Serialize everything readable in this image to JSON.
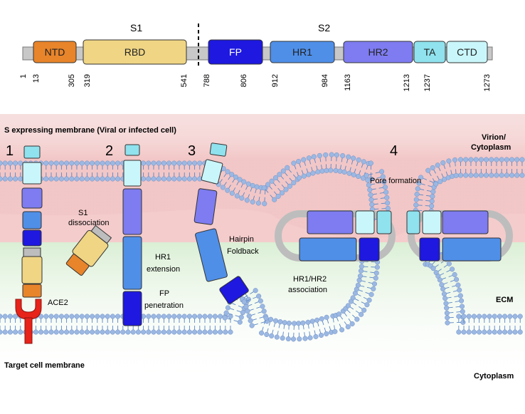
{
  "regions": {
    "s1": "S1",
    "s2": "S2"
  },
  "domains": [
    {
      "label": "NTD",
      "color": "#E8842A"
    },
    {
      "label": "RBD",
      "color": "#EFD584"
    },
    {
      "label": "FP",
      "color": "#1E18E0"
    },
    {
      "label": "HR1",
      "color": "#4F8FE8"
    },
    {
      "label": "HR2",
      "color": "#7E7CF0"
    },
    {
      "label": "TA",
      "color": "#8FE2EE"
    },
    {
      "label": "CTD",
      "color": "#C9F6FA"
    }
  ],
  "residues": [
    "1",
    "13",
    "305",
    "319",
    "541",
    "788",
    "806",
    "912",
    "984",
    "1163",
    "1213",
    "1237",
    "1273"
  ],
  "labels": {
    "s_membrane": "S expressing membrane (Viral or infected cell)",
    "virion": "Virion/",
    "virion2": "Cytoplasm",
    "ecm": "ECM",
    "cytoplasm": "Cytoplasm",
    "target": "Target cell membrane",
    "ace2": "ACE2",
    "s1_diss_1": "S1",
    "s1_diss_2": "dissociation",
    "hr1_ext_1": "HR1",
    "hr1_ext_2": "extension",
    "fp_pen_1": "FP",
    "fp_pen_2": "penetration",
    "hairpin_1": "Hairpin",
    "hairpin_2": "Foldback",
    "assoc_1": "HR1/HR2",
    "assoc_2": "association",
    "pore": "Pore formation"
  },
  "steps": [
    "1",
    "2",
    "3",
    "4"
  ],
  "colors": {
    "virion_bg": "#F3C6C6",
    "ecm_bg": "#D6EDD0",
    "head": "#9BB8E3",
    "tail": "#5A86C4",
    "ace2": "#E8231A",
    "linker": "#BDBDBD"
  }
}
